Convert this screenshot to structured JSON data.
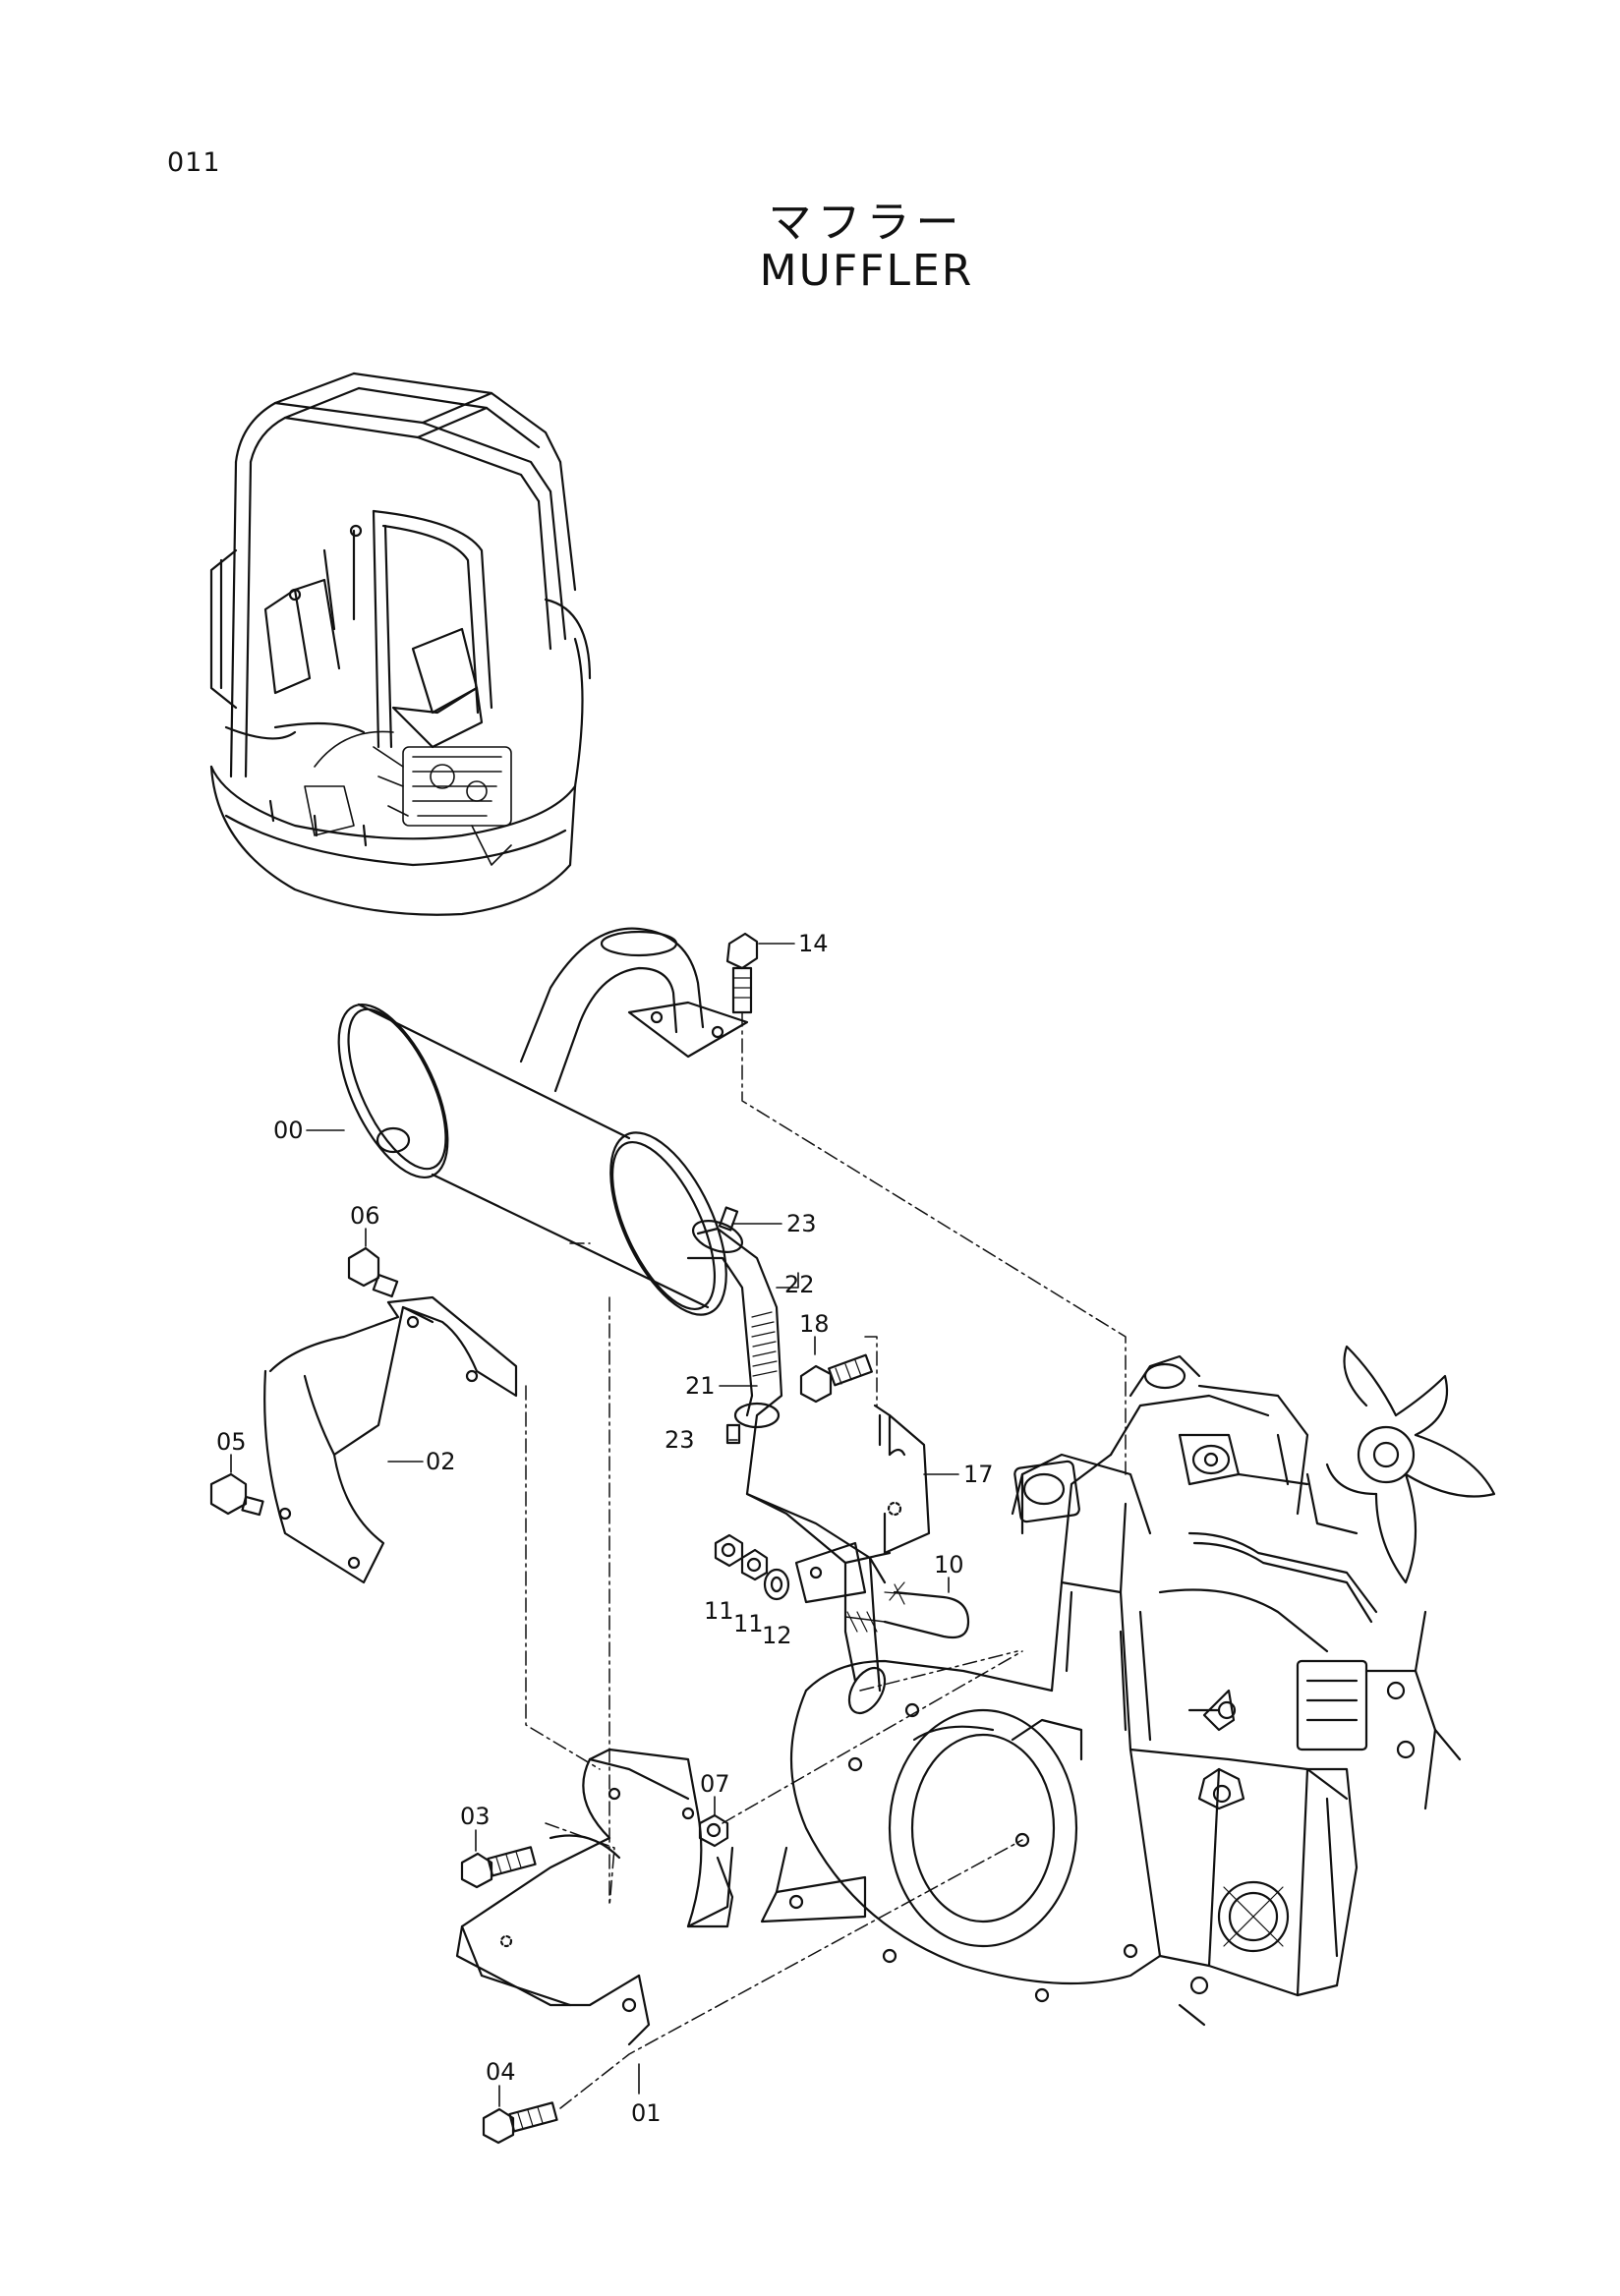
{
  "page": {
    "number": "011"
  },
  "title": {
    "japanese": "マフラー",
    "english": "MUFFLER"
  },
  "callouts": [
    {
      "id": "14",
      "text": "14"
    },
    {
      "id": "00",
      "text": "00"
    },
    {
      "id": "23a",
      "text": "23"
    },
    {
      "id": "06",
      "text": "06"
    },
    {
      "id": "22",
      "text": "22"
    },
    {
      "id": "18",
      "text": "18"
    },
    {
      "id": "21",
      "text": "21"
    },
    {
      "id": "23b",
      "text": "23"
    },
    {
      "id": "17",
      "text": "17"
    },
    {
      "id": "05",
      "text": "05"
    },
    {
      "id": "02",
      "text": "02"
    },
    {
      "id": "10",
      "text": "10"
    },
    {
      "id": "11a",
      "text": "11"
    },
    {
      "id": "11b",
      "text": "11"
    },
    {
      "id": "12",
      "text": "12"
    },
    {
      "id": "07",
      "text": "07"
    },
    {
      "id": "03",
      "text": "03"
    },
    {
      "id": "04",
      "text": "04"
    },
    {
      "id": "01",
      "text": "01"
    }
  ]
}
